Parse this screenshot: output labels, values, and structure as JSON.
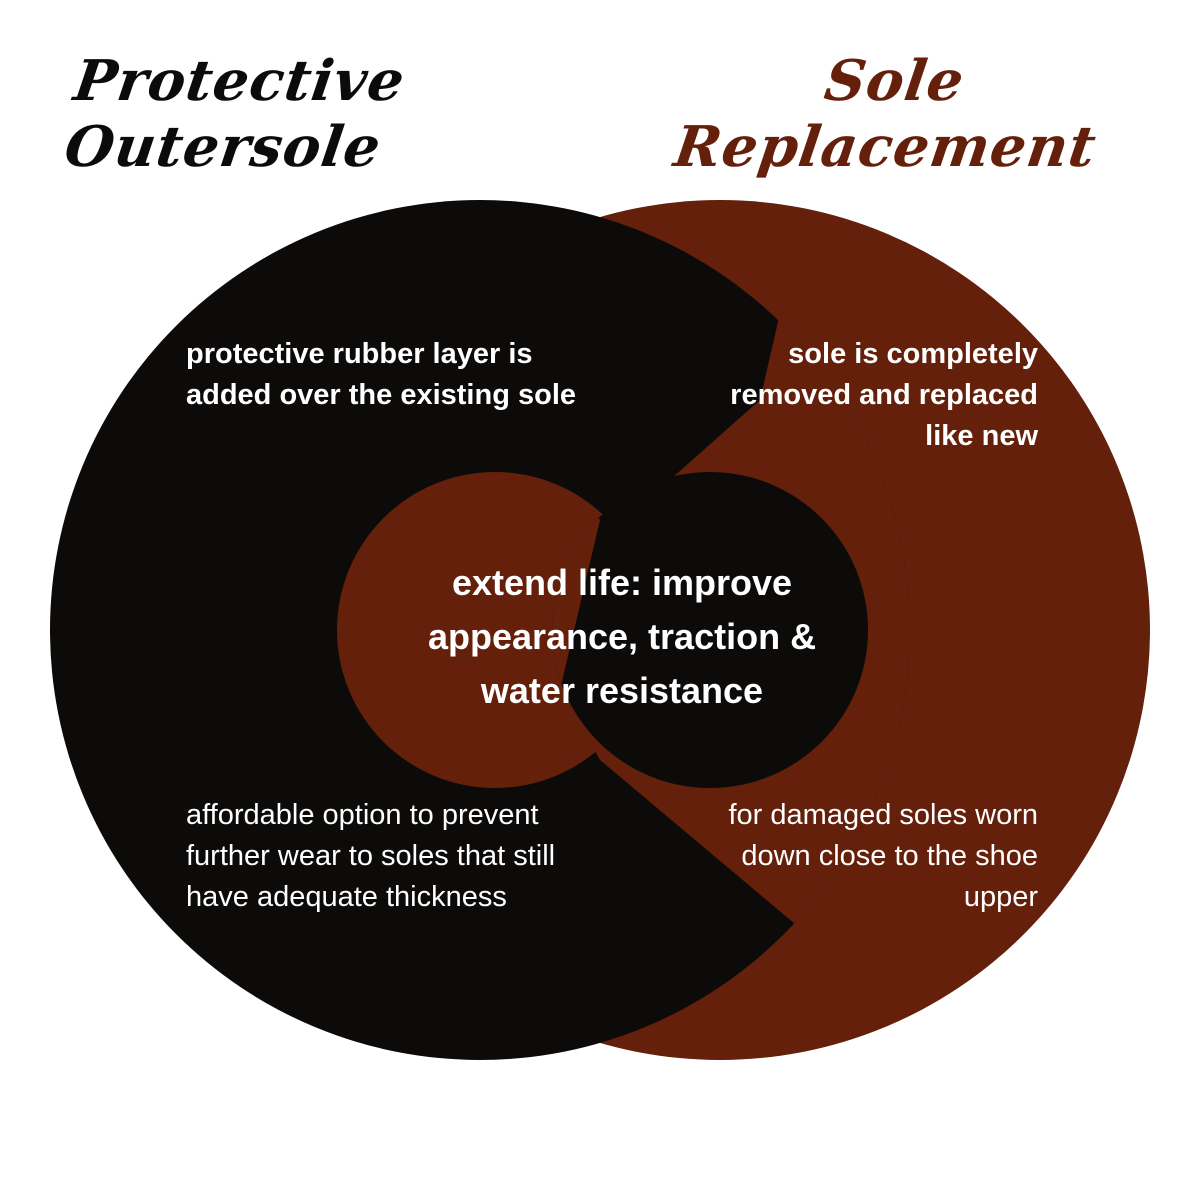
{
  "colors": {
    "left_circle": "#0c0b0a",
    "right_circle": "#64200a",
    "background": "#ffffff",
    "text": "#ffffff"
  },
  "headings": {
    "left": [
      "Protective",
      "Outersole"
    ],
    "right": [
      "Sole",
      "Replacement"
    ]
  },
  "regions": {
    "left_top": [
      "protective rubber layer is",
      "added over the existing sole"
    ],
    "right_top": [
      "sole is completely",
      "removed and replaced",
      "like new"
    ],
    "center": [
      "extend life: improve",
      "appearance, traction &",
      "water resistance"
    ],
    "left_bottom": [
      "affordable option to prevent",
      "further wear to soles  that still",
      "have adequate thickness"
    ],
    "right_bottom": [
      "for damaged soles worn",
      "down close to the shoe",
      "upper"
    ]
  }
}
